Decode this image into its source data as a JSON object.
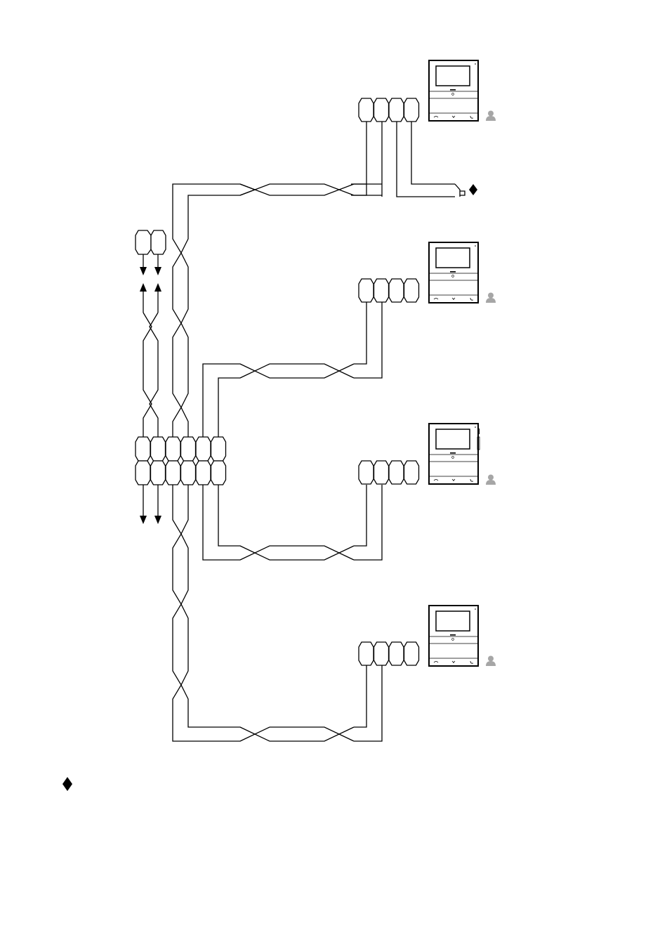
{
  "colors": {
    "line": "#000000",
    "background": "#ffffff",
    "user_icon": "#a6a6a6"
  },
  "legend": {
    "symbol": "filled-diamond"
  },
  "monitors": [
    {
      "id": "monitor-1",
      "has_switch": true
    },
    {
      "id": "monitor-2",
      "has_switch": false
    },
    {
      "id": "monitor-3",
      "has_switch": false
    },
    {
      "id": "monitor-4",
      "has_switch": false
    }
  ],
  "icons": [
    "user-icon",
    "diamond-icon",
    "push-switch-icon",
    "arrow-icon",
    "terminal-block-icon",
    "indoor-monitor-icon"
  ]
}
